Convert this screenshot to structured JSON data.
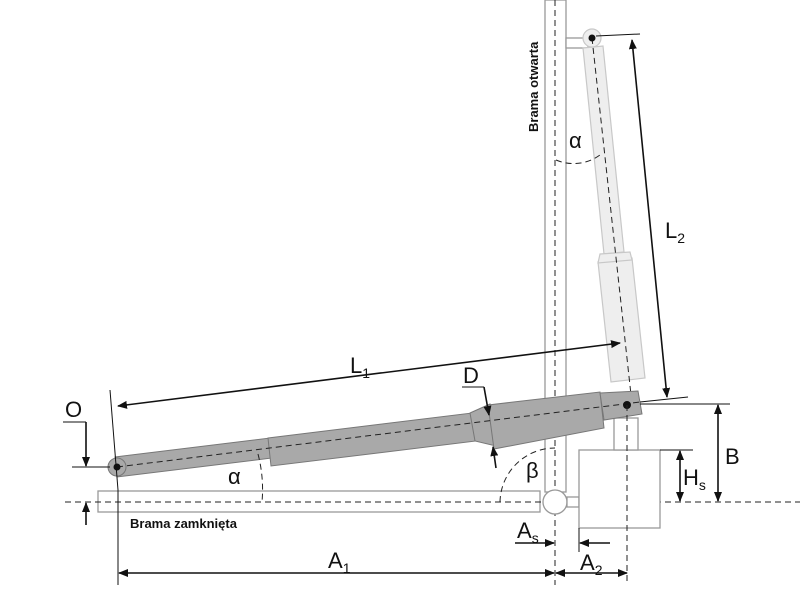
{
  "labels": {
    "open_gate": "Brama otwarta",
    "closed_gate": "Brama zamknięta",
    "L1": "L",
    "L1_sub": "1",
    "L2": "L",
    "L2_sub": "2",
    "A1": "A",
    "A1_sub": "1",
    "A2": "A",
    "A2_sub": "2",
    "As": "A",
    "As_sub": "s",
    "Hs": "H",
    "Hs_sub": "s",
    "B": "B",
    "O": "O",
    "D": "D",
    "alpha": "α",
    "beta": "β"
  },
  "colors": {
    "actuator": "#a9a9a9",
    "ghost_actuator": "#eeeeee",
    "outline": "#999999"
  }
}
